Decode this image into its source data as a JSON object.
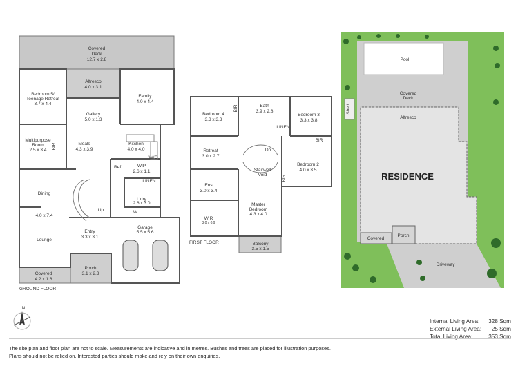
{
  "ground_floor": {
    "title": "GROUND FLOOR",
    "rooms": [
      {
        "name": "Covered\nDeck",
        "dims": "12.7 x 2.8"
      },
      {
        "name": "Alfresco",
        "dims": "4.0 x 3.1"
      },
      {
        "name": "Bedroom 5/\nTeenage Retreat",
        "dims": "3.7 x 4.4"
      },
      {
        "name": "Family",
        "dims": "4.0 x 4.4"
      },
      {
        "name": "Gallery",
        "dims": "5.0 x 1.3"
      },
      {
        "name": "Multipurpose\nRoom",
        "dims": "2.5 x 3.4"
      },
      {
        "name": "Meals",
        "dims": "4.3 x 3.9"
      },
      {
        "name": "Kitchen",
        "dims": "4.0 x 4.0"
      },
      {
        "name": "WIP",
        "dims": "2.6 x 1.1"
      },
      {
        "name": "L'dry",
        "dims": "2.6 x 3.0"
      },
      {
        "name": "Dining",
        "dims": "4.0 x 7.4"
      },
      {
        "name": "Lounge",
        "dims": ""
      },
      {
        "name": "Entry",
        "dims": "3.3 x 3.1"
      },
      {
        "name": "Garage",
        "dims": "5.5 x 5.6"
      },
      {
        "name": "Porch",
        "dims": "3.1 x 2.3"
      },
      {
        "name": "Covered",
        "dims": "4.2 x 1.6"
      }
    ],
    "small_labels": [
      "BIR",
      "Ref.",
      "W/O",
      "LINEN",
      "W",
      "Up"
    ]
  },
  "first_floor": {
    "title": "FIRST FLOOR",
    "rooms": [
      {
        "name": "Bedroom 4",
        "dims": "3.3 x 3.3"
      },
      {
        "name": "Bath",
        "dims": "3.9 x 2.8"
      },
      {
        "name": "Bedroom 3",
        "dims": "3.3 x 3.8"
      },
      {
        "name": "Retreat",
        "dims": "3.0 x 2.7"
      },
      {
        "name": "Stairwell\nVoid",
        "dims": ""
      },
      {
        "name": "Bedroom 2",
        "dims": "4.0 x 3.5"
      },
      {
        "name": "Ens",
        "dims": "3.0 x 3.4"
      },
      {
        "name": "Master\nBedroom",
        "dims": "4.3 x 4.0"
      },
      {
        "name": "WIR",
        "dims": "3.0 x 0.9"
      },
      {
        "name": "Balcony",
        "dims": "3.5 x 1.5"
      }
    ],
    "small_labels": [
      "BIR",
      "BIR",
      "BIR",
      "LINEN",
      "Dn"
    ]
  },
  "site_plan": {
    "labels": [
      "Pool",
      "Covered\nDeck",
      "Alfresco",
      "Shed",
      "RESIDENCE",
      "Covered",
      "Porch",
      "Driveway"
    ],
    "colors": {
      "grass": "#7fbf5a",
      "paving": "#c8c8c8",
      "house": "#e4e4e4"
    }
  },
  "compass": {
    "label": "N"
  },
  "areas": [
    {
      "label": "Internal Living Area:",
      "value": "328 Sqm"
    },
    {
      "label": "External Living Area:",
      "value": "25 Sqm"
    },
    {
      "label": "Total Living Area:",
      "value": "353 Sqm"
    }
  ],
  "disclaimer": {
    "line1": "The site plan and floor plan are not to scale. Measurements are indicative and in metres. Bushes and trees are placed for illustration purposes.",
    "line2": "Plans should not be relied on. Interested parties should make and rely on their own enquiries."
  }
}
